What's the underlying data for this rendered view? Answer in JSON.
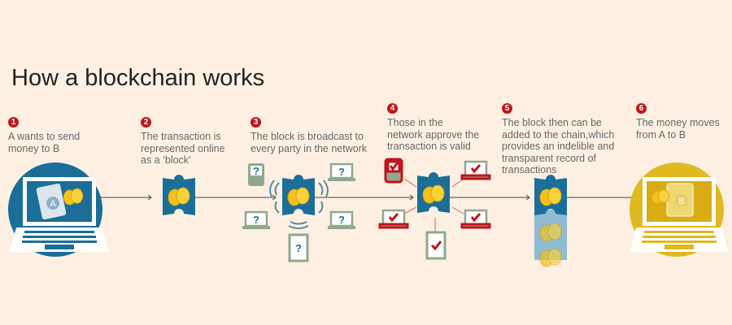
{
  "title": "How a blockchain works",
  "steps": [
    {
      "num": "1",
      "text": "A wants to send money to B"
    },
    {
      "num": "2",
      "text": "The transaction is represented online as a ‘block’"
    },
    {
      "num": "3",
      "text": "The block is broadcast to every party in the network"
    },
    {
      "num": "4",
      "text": "Those in the network approve the transaction is valid"
    },
    {
      "num": "5",
      "text": "The block then can be added to the chain,which provides an indelible and transparent record of transactions"
    },
    {
      "num": "6",
      "text": "The money moves from A to B"
    }
  ],
  "wallet_a": "A",
  "wallet_b": "B",
  "question_mark": "?",
  "colors": {
    "background": "#fdf0e3",
    "blue": "#1a6e98",
    "yellow": "#e6bf1e",
    "red": "#c0141c",
    "device": "#8fa88f"
  }
}
